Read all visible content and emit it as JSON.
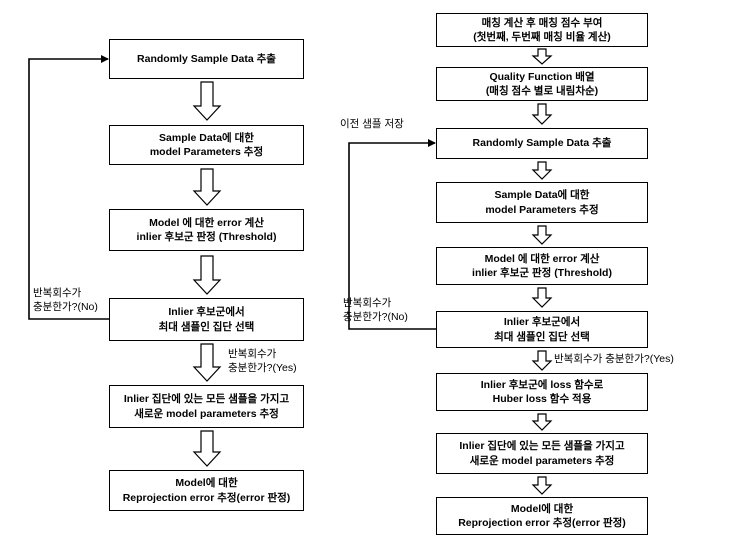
{
  "left_flow": {
    "boxes": [
      [
        "Randomly Sample Data 추출"
      ],
      [
        "Sample Data에 대한",
        "model Parameters 추정"
      ],
      [
        "Model 에 대한 error 계산",
        "inlier 후보군 판정 (Threshold)"
      ],
      [
        "Inlier 후보군에서",
        "최대 샘플인 집단 선택"
      ],
      [
        "Inlier 집단에 있는 모든 샘플을 가지고",
        "새로운 model parameters 추정"
      ],
      [
        "Model에 대한",
        "Reprojection error 추정(error 판정)"
      ]
    ],
    "loop_label": [
      "반복회수가",
      "충분한가?(No)"
    ],
    "yes_label": [
      "반복회수가",
      "충분한가?(Yes)"
    ]
  },
  "right_flow": {
    "boxes": [
      [
        "매칭 계산 후 매칭 점수 부여",
        "(첫번째, 두번째 매칭 비율 계산)"
      ],
      [
        "Quality Function 배열",
        "(매칭 점수 별로 내림차순)"
      ],
      [
        "Randomly Sample Data 추출"
      ],
      [
        "Sample Data에 대한",
        "model Parameters 추정"
      ],
      [
        "Model 에 대한 error 계산",
        "inlier 후보군 판정 (Threshold)"
      ],
      [
        "Inlier 후보군에서",
        "최대 샘플인 집단 선택"
      ],
      [
        "Inlier 후보군에 loss 함수로",
        "Huber loss 함수 적용"
      ],
      [
        "Inlier 집단에 있는 모든 샘플을 가지고",
        "새로운 model parameters 추정"
      ],
      [
        "Model에 대한",
        "Reprojection error 추정(error 판정)"
      ]
    ],
    "save_label": "이전 샘플 저장",
    "loop_label": [
      "반복회수가",
      "충분한가?(No)"
    ],
    "yes_label": "반복회수가 충분한가?(Yes)"
  }
}
